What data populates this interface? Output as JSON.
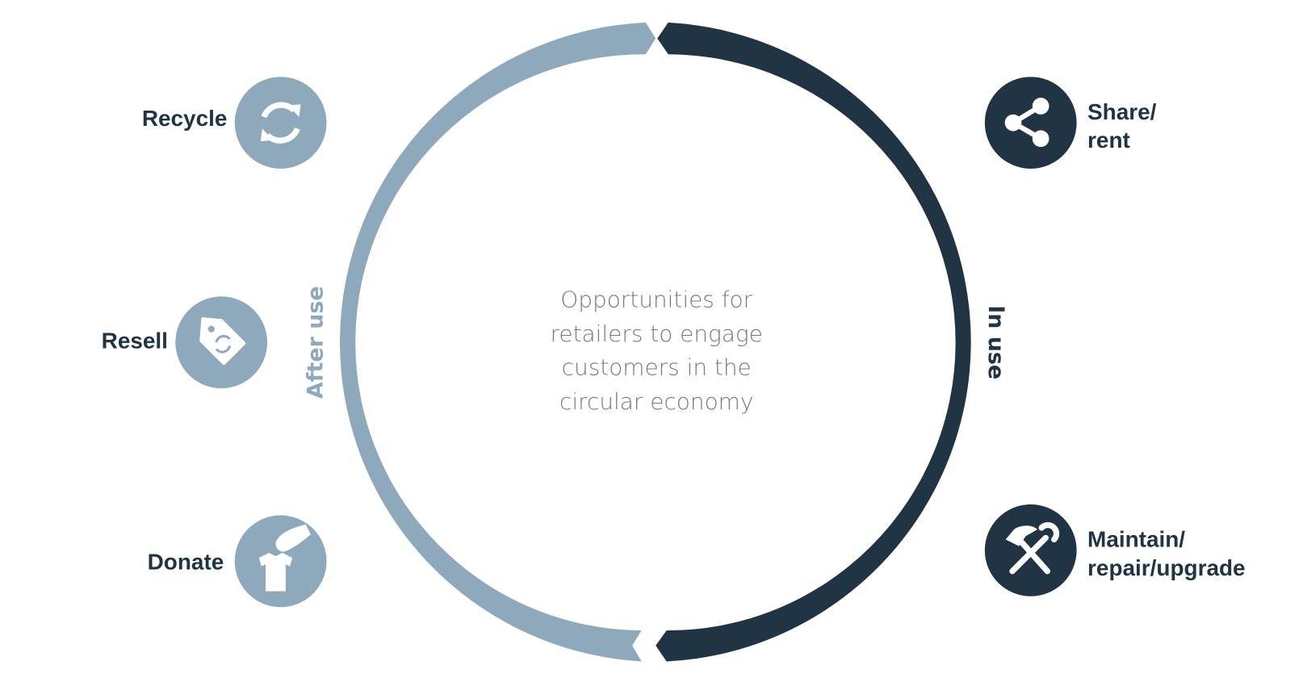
{
  "colors": {
    "after_use": "#8fa9bc",
    "in_use": "#213443",
    "center_text": "#6d7b86"
  },
  "center_text": [
    "Opportunities for",
    "retailers to engage",
    "customers in the",
    "circular economy"
  ],
  "arc_labels": {
    "after_use": "After use",
    "in_use": "In use"
  },
  "after_use_items": [
    {
      "label": "Recycle",
      "icon": "recycle-icon"
    },
    {
      "label": "Resell",
      "icon": "price-tag-icon"
    },
    {
      "label": "Donate",
      "icon": "donate-shirt-icon"
    }
  ],
  "in_use_items": [
    {
      "label_lines": [
        "Share/",
        "rent"
      ],
      "icon": "share-icon"
    },
    {
      "label_lines": [
        "Maintain/",
        "repair/upgrade"
      ],
      "icon": "tools-icon"
    }
  ]
}
